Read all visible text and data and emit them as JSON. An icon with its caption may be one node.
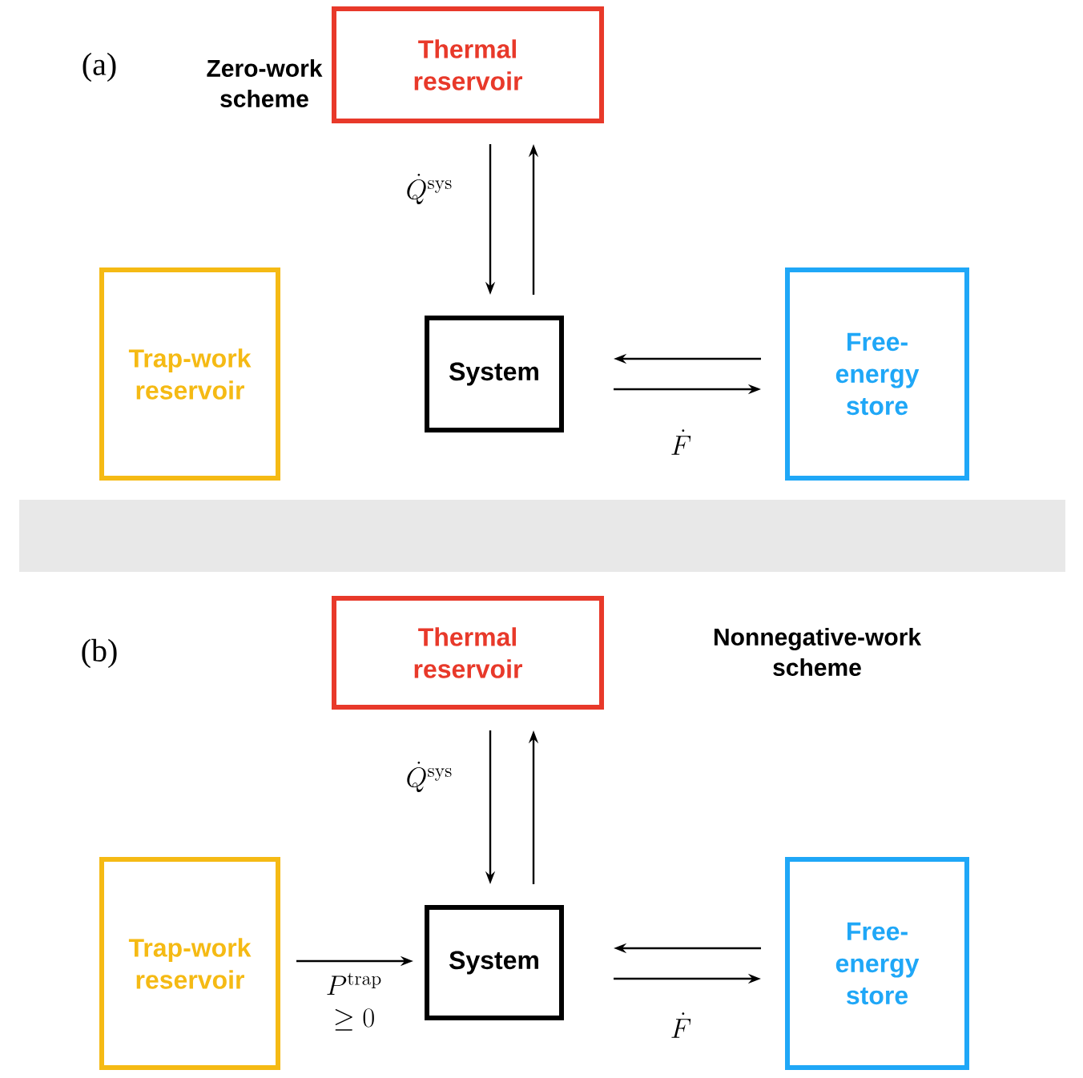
{
  "diagram": {
    "nodes": [
      {
        "text": [
          "Thermal reservoir"
        ]
      },
      {
        "text": [
          "Trap-work reservoir"
        ]
      },
      {
        "text": [
          "System"
        ]
      },
      {
        "text": [
          "Free-energy store"
        ]
      },
      {
        "text": [
          "Thermal reservoir"
        ]
      },
      {
        "text": [
          "Trap-work reservoir"
        ]
      },
      {
        "text": [
          "System"
        ]
      },
      {
        "text": [
          "Free-energy store"
        ]
      },
      {
        "text": [],
        "shape": "bar"
      }
    ],
    "edges": [
      {
        "from": 0,
        "to": 2,
        "arrow": "to",
        "label": "\\dot{Q}^{\\mathrm{sys}}"
      },
      {
        "from": 2,
        "to": 0,
        "arrow": "to"
      },
      {
        "from": 3,
        "to": 2,
        "arrow": "to"
      },
      {
        "from": 2,
        "to": 3,
        "arrow": "to",
        "label": "\\dot{F}"
      },
      {
        "from": 4,
        "to": 6,
        "arrow": "to",
        "label": "\\dot{Q}^{\\mathrm{sys}}"
      },
      {
        "from": 6,
        "to": 4,
        "arrow": "to"
      },
      {
        "from": 5,
        "to": 6,
        "arrow": "to",
        "label": "\\begin{array}{c}P^{\\mathrm{trap}}\\\\ \\geq 0\\end{array}"
      },
      {
        "from": 7,
        "to": 6,
        "arrow": "to"
      },
      {
        "from": 6,
        "to": 7,
        "arrow": "to",
        "label": "\\dot{F}"
      }
    ],
    "labels": [
      "(a)",
      "Zero-work scheme",
      "(b)",
      "Nonnegative-work scheme"
    ]
  }
}
